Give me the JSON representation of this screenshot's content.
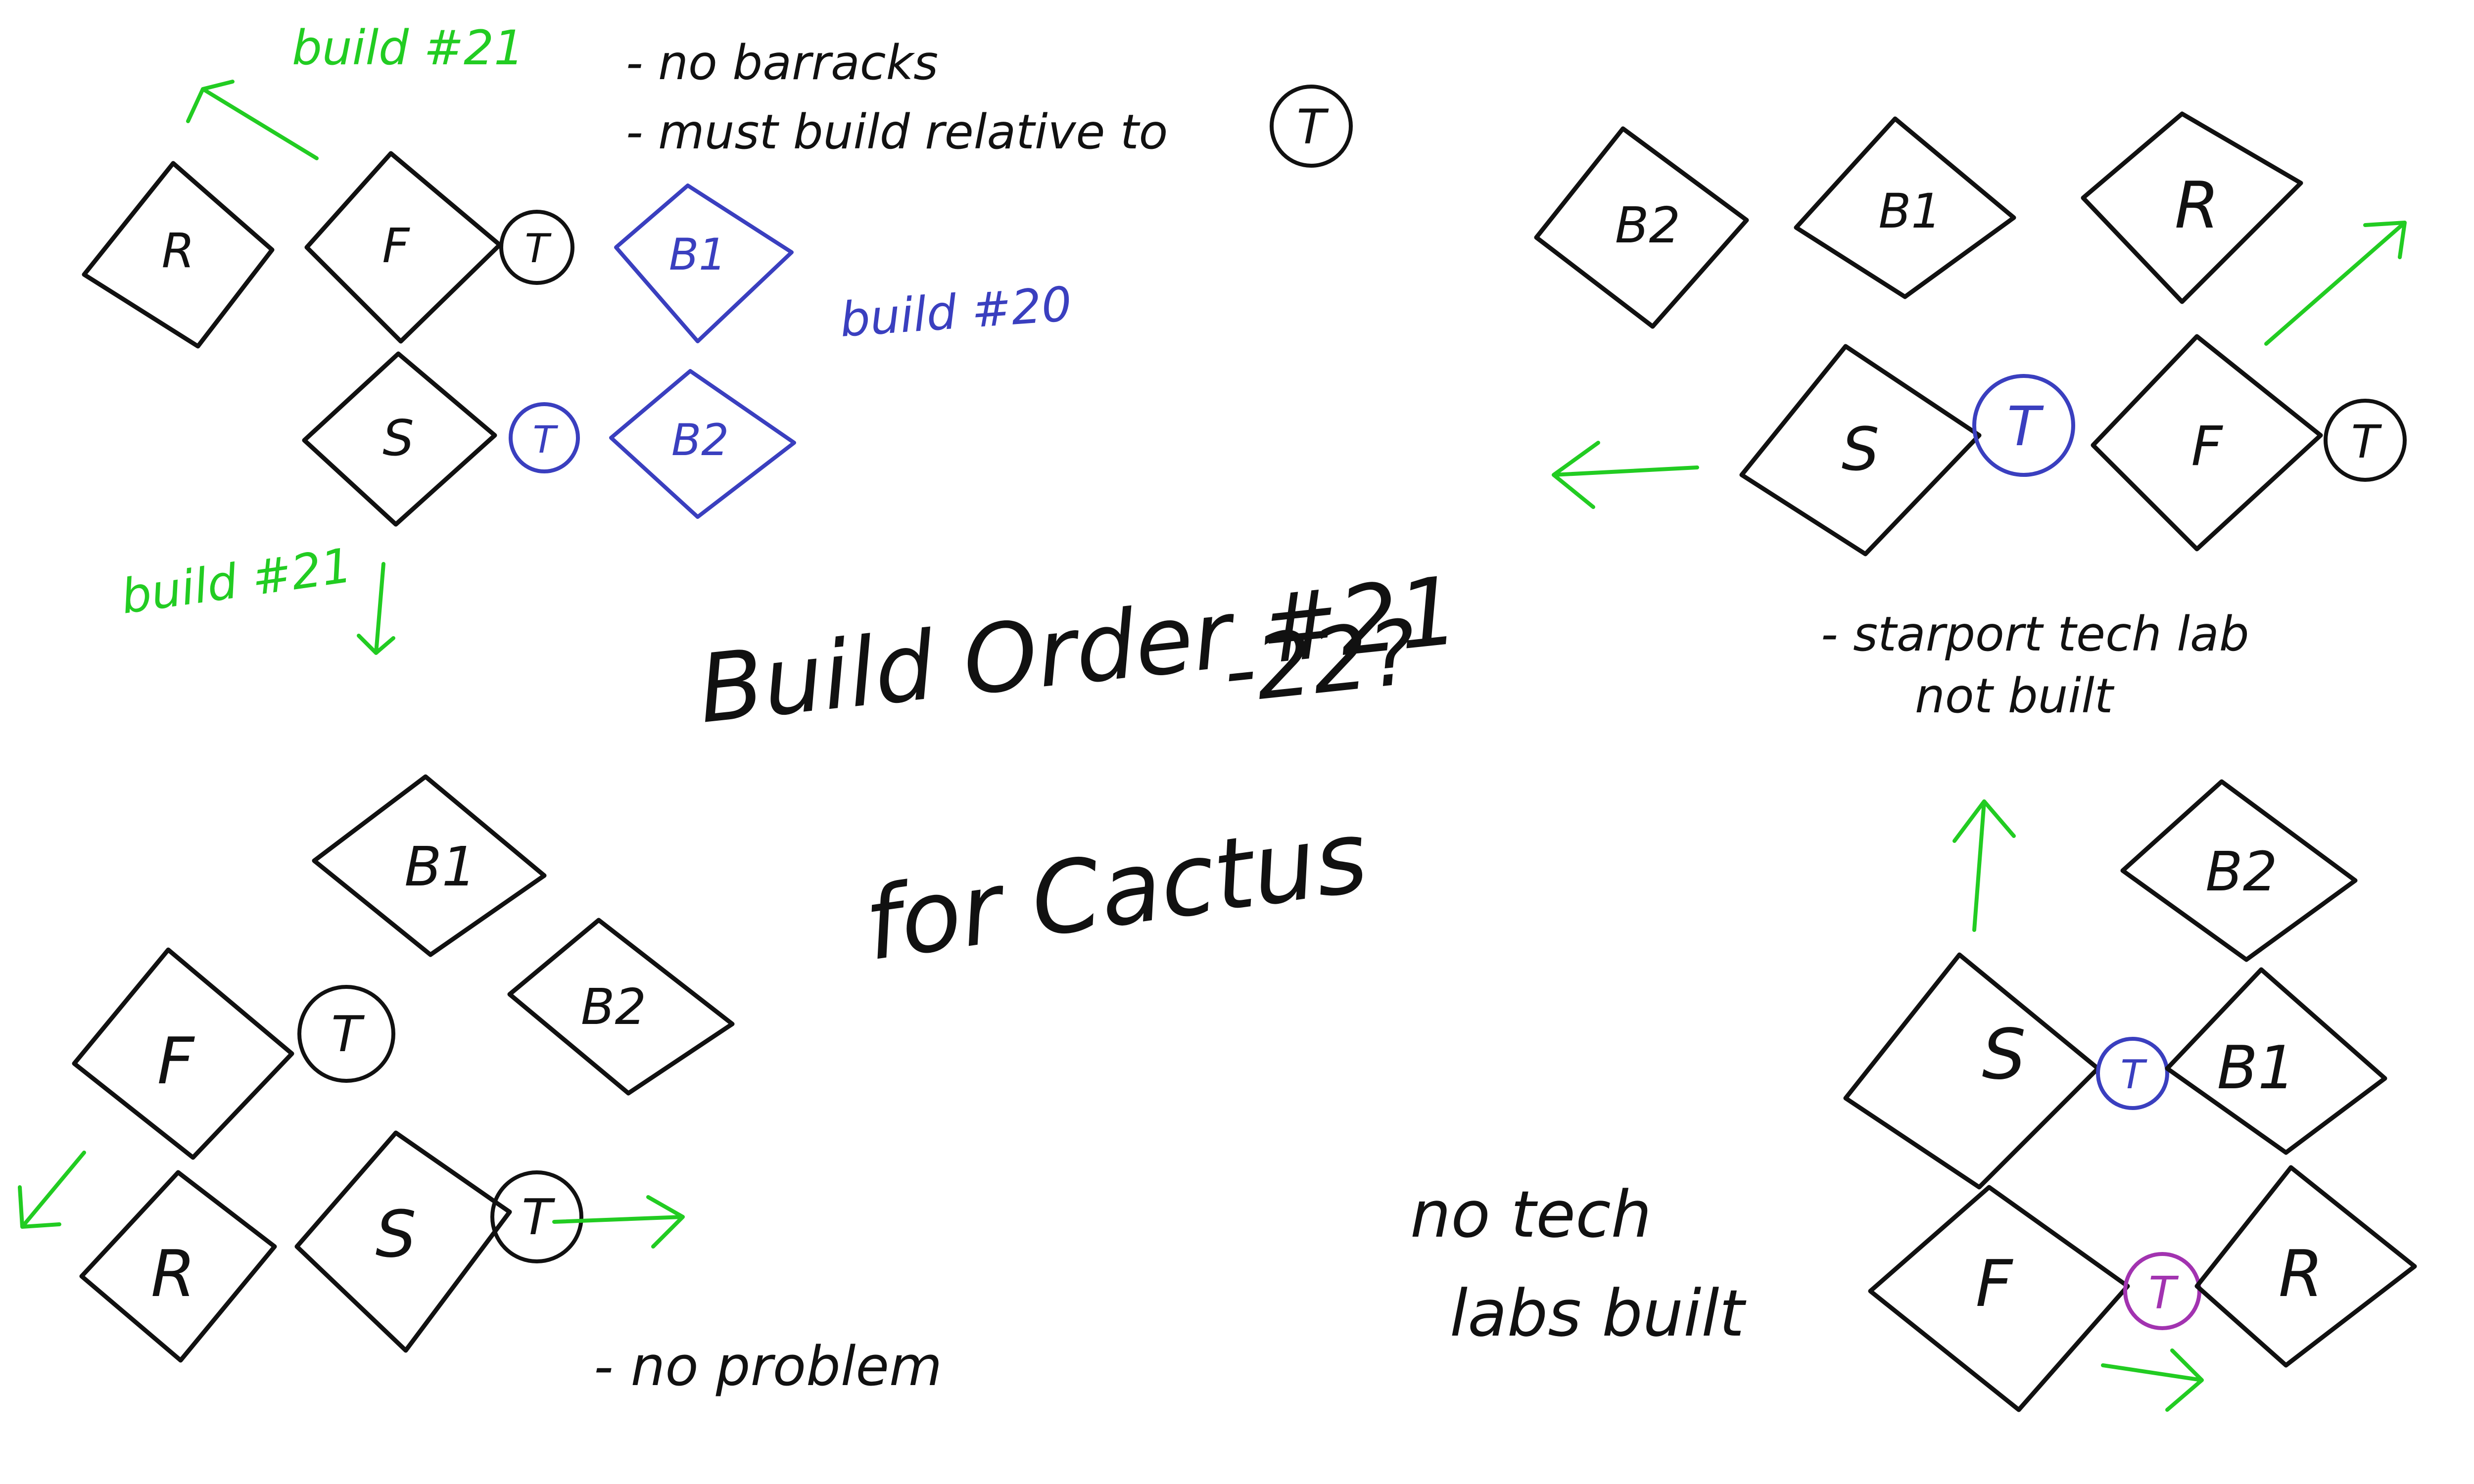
{
  "colors": {
    "ink": "#111111",
    "blue": "#3a3fbf",
    "green": "#22cc22",
    "purple": "#a233b0",
    "background": "#ffffff"
  },
  "title": {
    "line1": "Build Order #21",
    "line2": "-22?",
    "line3": "for Cactus"
  },
  "top_left": {
    "tiles": {
      "r": "R",
      "f": "F",
      "s": "S",
      "b1": "B1",
      "b2": "B2"
    },
    "addon_black": "T",
    "addon_blue": "T",
    "label_build21_top": "build #21",
    "label_build21_left": "build #21",
    "label_build20": "build #20",
    "note_1": "- no barracks",
    "note_2": "- must build relative to",
    "note_2_circle": "T"
  },
  "top_right": {
    "tiles": {
      "b2": "B2",
      "b1": "B1",
      "r": "R",
      "s": "S",
      "f": "F"
    },
    "addon_blue": "T",
    "addon_black": "T",
    "note_1": "- starport tech lab",
    "note_2": "not built"
  },
  "bottom_left": {
    "tiles": {
      "b1": "B1",
      "b2": "B2",
      "f": "F",
      "r": "R",
      "s": "S"
    },
    "addon_f": "T",
    "addon_s": "T",
    "note": "- no problem"
  },
  "bottom_right": {
    "tiles": {
      "b2": "B2",
      "s": "S",
      "b1": "B1",
      "f": "F",
      "r": "R"
    },
    "addon_blue": "T",
    "addon_purple": "T",
    "note_1": "no tech",
    "note_2": "labs built"
  }
}
